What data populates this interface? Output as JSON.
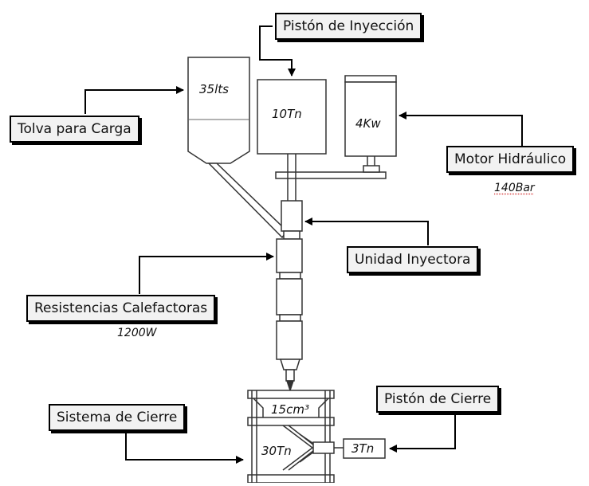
{
  "labels": {
    "piston_inyeccion": "Pistón de Inyección",
    "tolva_carga": "Tolva para Carga",
    "motor_hidraulico": "Motor Hidráulico",
    "unidad_inyectora": "Unidad Inyectora",
    "resistencias": "Resistencias Calefactoras",
    "sistema_cierre": "Sistema de Cierre",
    "piston_cierre": "Pistón de Cierre"
  },
  "specs": {
    "tolva_capacidad": "35lts",
    "piston_fuerza": "10Tn",
    "motor_potencia": "4Kw",
    "motor_presion": "140Bar",
    "resistencias_potencia": "1200W",
    "molde_volumen": "15cm³",
    "cierre_fuerza": "30Tn",
    "piston_cierre_fuerza": "3Tn"
  },
  "colors": {
    "line": "#000000",
    "box_fill": "#f2f2f2",
    "spec_underline": "#d64040"
  }
}
